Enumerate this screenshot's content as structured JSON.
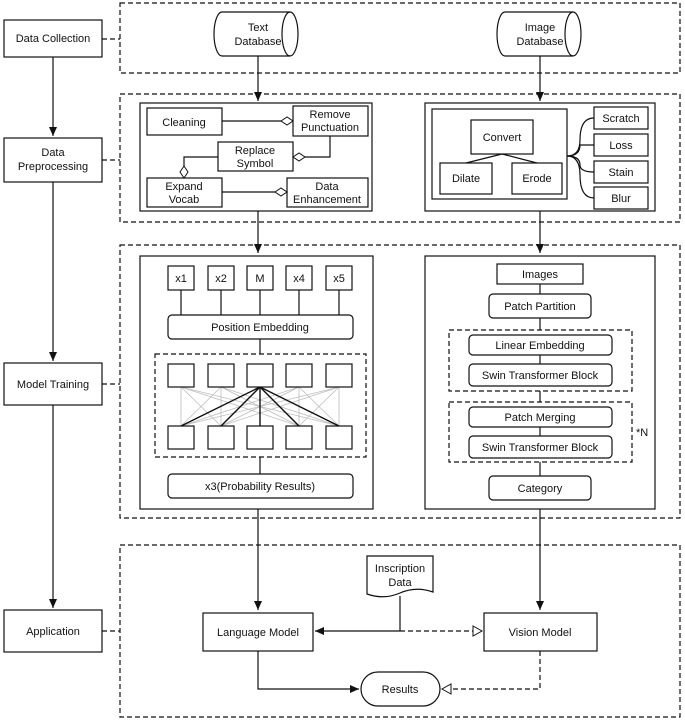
{
  "stages": {
    "collection": "Data Collection",
    "preprocessing_1": "Data",
    "preprocessing_2": "Preprocessing",
    "training": "Model Training",
    "application": "Application"
  },
  "databases": {
    "text_1": "Text",
    "text_2": "Database",
    "image_1": "Image",
    "image_2": "Database"
  },
  "text_preprocessing": {
    "cleaning": "Cleaning",
    "remove_1": "Remove",
    "remove_2": "Punctuation",
    "replace_1": "Replace",
    "replace_2": "Symbol",
    "expand_1": "Expand",
    "expand_2": "Vocab",
    "enhance_1": "Data",
    "enhance_2": "Enhancement"
  },
  "image_preprocessing": {
    "convert": "Convert",
    "dilate": "Dilate",
    "erode": "Erode",
    "scratch": "Scratch",
    "loss": "Loss",
    "stain": "Stain",
    "blur": "Blur"
  },
  "language_training": {
    "tokens": [
      "x1",
      "x2",
      "M",
      "x4",
      "x5"
    ],
    "position_embedding": "Position Embedding",
    "output": "x3(Probability Results)"
  },
  "vision_training": {
    "images": "Images",
    "patch_partition": "Patch Partition",
    "linear_embedding": "Linear Embedding",
    "swin_block_1": "Swin Transformer Block",
    "patch_merging": "Patch Merging",
    "swin_block_2": "Swin Transformer Block",
    "repeat": "*N",
    "category": "Category"
  },
  "application": {
    "inscription_1": "Inscription",
    "inscription_2": "Data",
    "language_model": "Language Model",
    "vision_model": "Vision Model",
    "results": "Results"
  }
}
